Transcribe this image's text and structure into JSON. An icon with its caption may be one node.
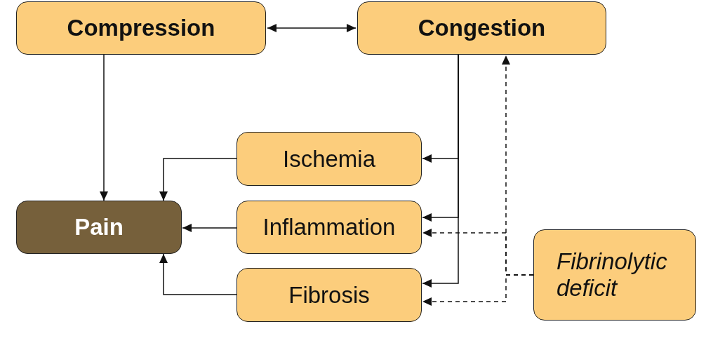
{
  "diagram": {
    "nodes": [
      {
        "text": [
          "Compression"
        ]
      },
      {
        "text": [
          "Congestion"
        ]
      },
      {
        "text": [
          "Ischemia"
        ]
      },
      {
        "text": [
          "Pain"
        ]
      },
      {
        "text": [
          "Inflammation"
        ]
      },
      {
        "text": [
          "Fibrosis"
        ]
      },
      {
        "text": [
          "Fibrinolytic deficit"
        ]
      }
    ],
    "edges": [
      {
        "from": 0,
        "to": 1,
        "arrow": "both"
      },
      {
        "from": 0,
        "to": 3,
        "arrow": "to"
      },
      {
        "from": 1,
        "to": 2,
        "arrow": "to"
      },
      {
        "from": 1,
        "to": 4,
        "arrow": "to"
      },
      {
        "from": 1,
        "to": 5,
        "arrow": "to"
      },
      {
        "from": 2,
        "to": 3,
        "arrow": "to"
      },
      {
        "from": 4,
        "to": 3,
        "arrow": "to"
      },
      {
        "from": 5,
        "to": 3,
        "arrow": "to"
      },
      {
        "from": 6,
        "to": 1,
        "arrow": "to",
        "style": "dashed"
      },
      {
        "from": 6,
        "to": 4,
        "arrow": "to",
        "style": "dashed"
      },
      {
        "from": 6,
        "to": 5,
        "arrow": "to",
        "style": "dashed"
      }
    ]
  }
}
